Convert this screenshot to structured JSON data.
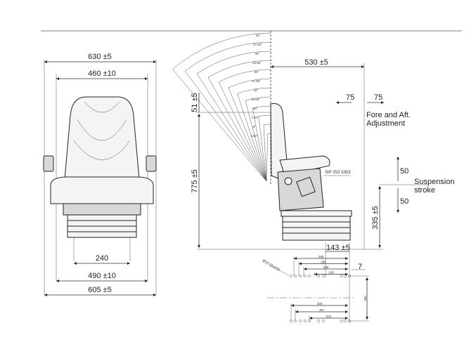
{
  "front_view": {
    "width_overall": "630 ±5",
    "width_backrest": "460 ±10",
    "width_base": "240",
    "width_mount": "490 ±10",
    "width_bottom": "605 ±5"
  },
  "side_view": {
    "depth": "530 ±5",
    "headrest_adjust": "51 ±5",
    "height": "775 ±5",
    "fore_aft_left": "75",
    "fore_aft_right": "75",
    "fore_aft_label_line1": "Fore and Aft.",
    "fore_aft_label_line2": "Adjustment",
    "suspension_up": "50",
    "suspension_down": "50",
    "suspension_label_line1": "Suspension",
    "suspension_label_line2": "stroke",
    "base_height": "335 ±5",
    "sip_label": "SIP ISO 5353",
    "backrest_angles": [
      "30°",
      "27.50°",
      "25°",
      "22.50°",
      "20°",
      "17.50°",
      "15°",
      "12.50°",
      "10°",
      "7.50°",
      "5°",
      "2.50°"
    ]
  },
  "base_plan": {
    "offset": "143 ±5",
    "hole_spec": "Ø10.50x(20)",
    "rail_offset": "7",
    "top_dims": [
      "265",
      "280",
      "248",
      "168"
    ],
    "bottom_dims": [
      "325",
      "307",
      "222"
    ],
    "depth": "260"
  }
}
